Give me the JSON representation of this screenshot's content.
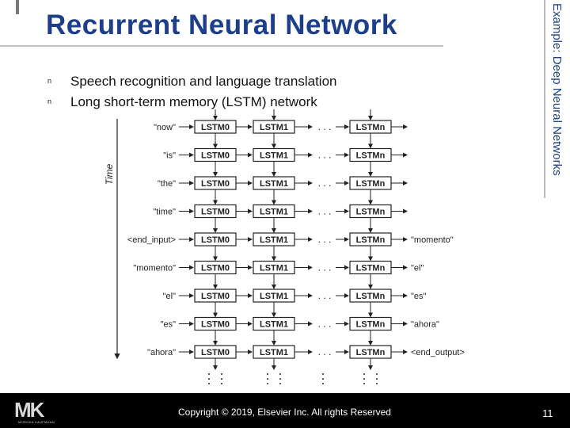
{
  "slide": {
    "title": "Recurrent Neural Network",
    "side_label": "Example: Deep Neural Networks",
    "bullets": [
      "Speech recognition and language translation",
      "Long short-term memory (LSTM) network"
    ],
    "bullet_marker": "n",
    "copyright": "Copyright © 2019, Elsevier Inc. All rights Reserved",
    "page_number": "11",
    "logo": {
      "text": "MK",
      "subtext": "MORGAN KAUFMANN"
    }
  },
  "diagram": {
    "time_label": "Time",
    "column_labels": [
      "LSTM0",
      "LSTM1",
      "LSTMn"
    ],
    "ellipsis": ". . .",
    "inputs": [
      "\"now\"",
      "\"is\"",
      "\"the\"",
      "\"time\"",
      "<end_input>",
      "\"momento\"",
      "\"el\"",
      "\"es\"",
      "\"ahora\""
    ],
    "outputs": [
      "",
      "",
      "",
      "",
      "\"momento\"",
      "\"el\"",
      "\"es\"",
      "\"ahora\"",
      "<end_output>"
    ]
  },
  "colors": {
    "title": "#1d3f8a",
    "bottom_bar": "#000000"
  }
}
